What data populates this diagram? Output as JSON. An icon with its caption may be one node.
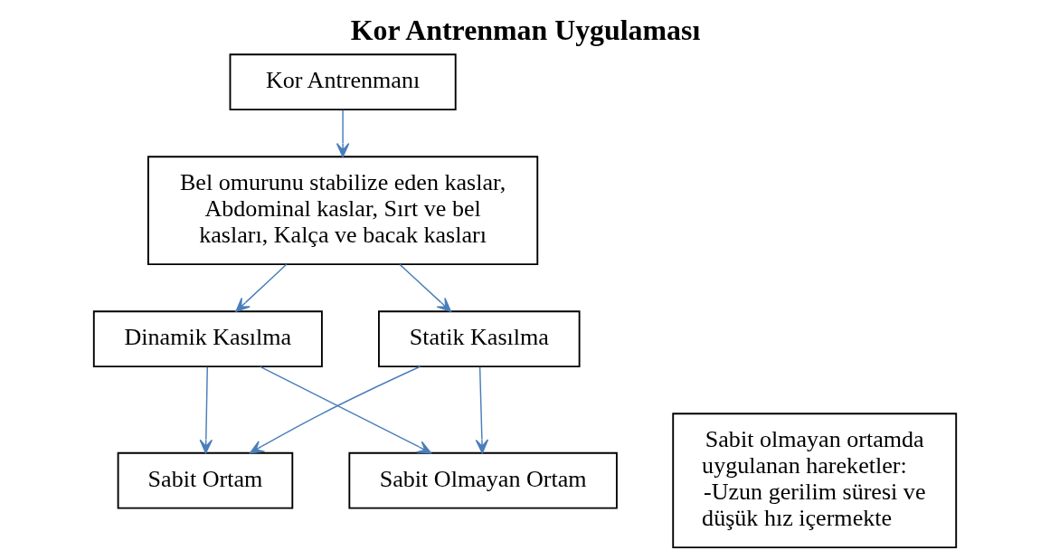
{
  "diagram": {
    "title": "Kor Antrenman Uygulaması",
    "nodes": [
      {
        "text": [
          "Kor Antrenmanı"
        ]
      },
      {
        "text": [
          "Bel omurunu stabilize eden kaslar, Abdominal kaslar, Sırt ve bel kasları, Kalça ve bacak kasları"
        ]
      },
      {
        "text": [
          "Dinamik Kasılma"
        ]
      },
      {
        "text": [
          "Statik Kasılma"
        ]
      },
      {
        "text": [
          "Sabit Ortam"
        ]
      },
      {
        "text": [
          "Sabit Olmayan Ortam"
        ]
      },
      {
        "text": [
          "Sabit olmayan ortamda uygulanan hareketler:",
          "-Uzun gerilim süresi ve düşük hız içermekte"
        ]
      }
    ],
    "edges": [
      {
        "from": 0,
        "to": 1,
        "arrow": "to"
      },
      {
        "from": 1,
        "to": 2,
        "arrow": "to"
      },
      {
        "from": 1,
        "to": 3,
        "arrow": "to"
      },
      {
        "from": 2,
        "to": 4,
        "arrow": "to"
      },
      {
        "from": 2,
        "to": 5,
        "arrow": "to"
      },
      {
        "from": 3,
        "to": 4,
        "arrow": "to"
      },
      {
        "from": 3,
        "to": 5,
        "arrow": "to"
      }
    ]
  }
}
